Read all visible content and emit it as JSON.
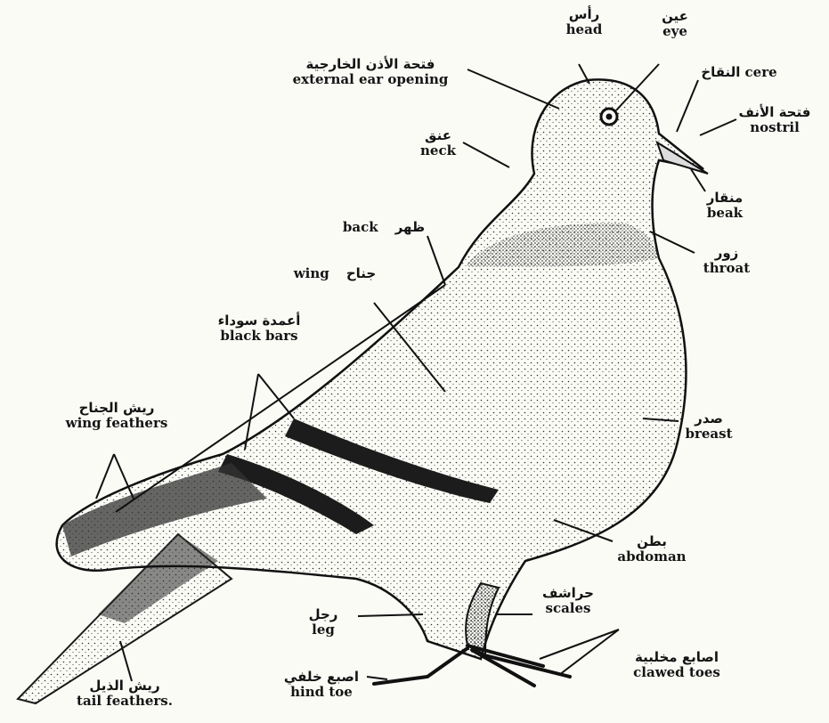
{
  "labels": {
    "head": {
      "ar": "رأس",
      "en": "head"
    },
    "eye": {
      "ar": "عين",
      "en": "eye"
    },
    "ear": {
      "ar": "فتحة الأذن الخارجية",
      "en": "external ear opening"
    },
    "cere": {
      "ar": "النقاخ",
      "en": "cere"
    },
    "nostril": {
      "ar": "فتحة الأنف",
      "en": "nostril"
    },
    "neck": {
      "ar": "عنق",
      "en": "neck"
    },
    "beak": {
      "ar": "منقار",
      "en": "beak"
    },
    "back": {
      "ar": "ظهر",
      "en": "back"
    },
    "wing": {
      "ar": "جناح",
      "en": "wing"
    },
    "throat": {
      "ar": "زور",
      "en": "throat"
    },
    "black_bars": {
      "ar": "أعمدة سوداء",
      "en": "black bars"
    },
    "wing_feathers": {
      "ar": "ريش الجناح",
      "en": "wing feathers"
    },
    "breast": {
      "ar": "صدر",
      "en": "breast"
    },
    "abdomen": {
      "ar": "بطن",
      "en": "abdoman"
    },
    "scales": {
      "ar": "حراشف",
      "en": "scales"
    },
    "leg": {
      "ar": "رجل",
      "en": "leg"
    },
    "clawed_toes": {
      "ar": "اصابع مخلبية",
      "en": "clawed toes"
    },
    "tail_feathers": {
      "ar": "ريش الذيل",
      "en": "tail feathers."
    },
    "hind_toe": {
      "ar": "اصبع خلفي",
      "en": "hind toe"
    }
  }
}
